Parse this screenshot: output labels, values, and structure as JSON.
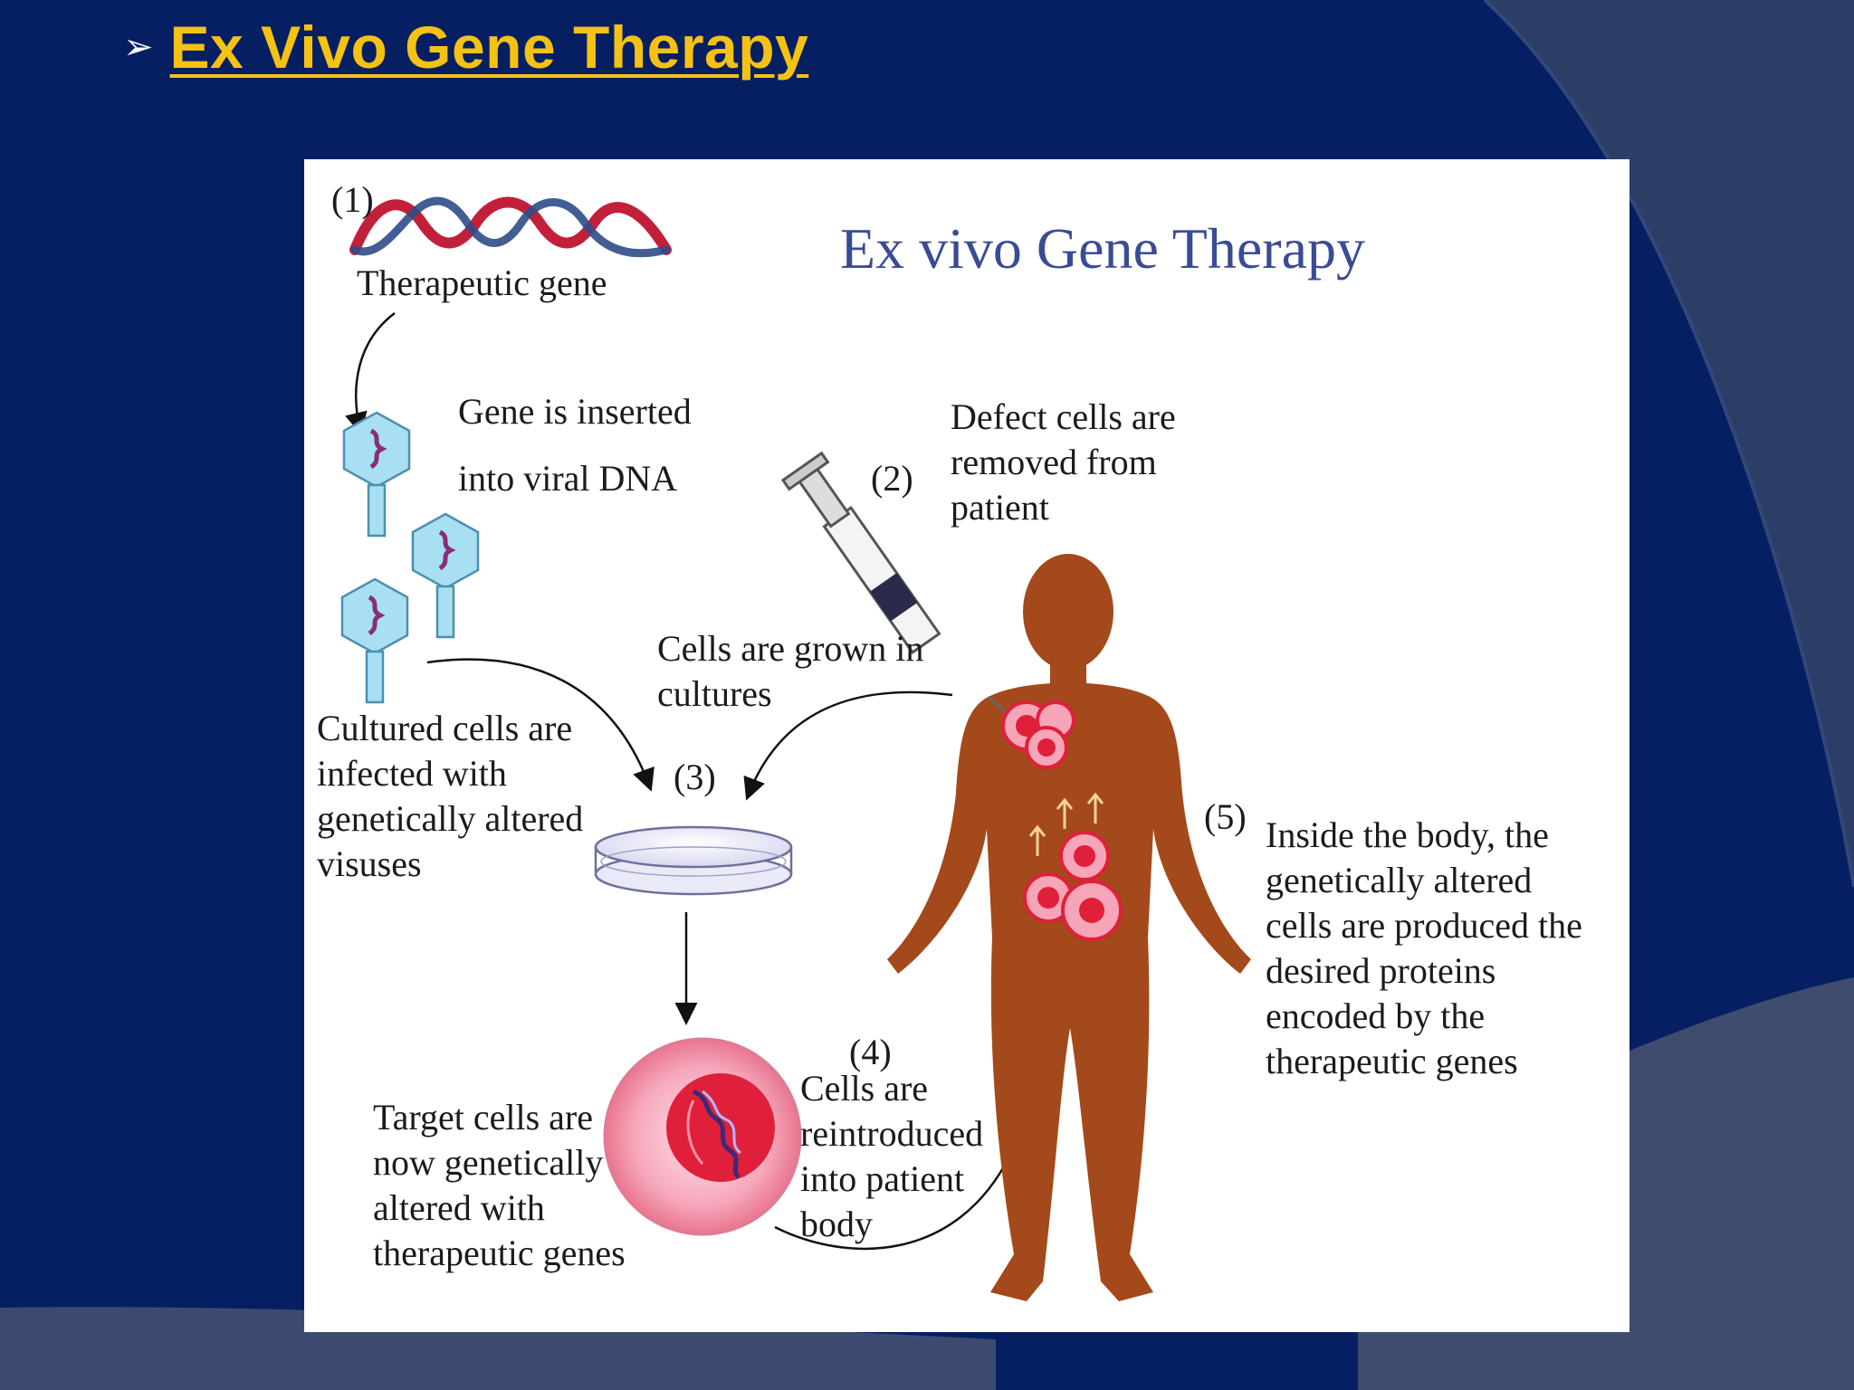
{
  "slide": {
    "bullet": "➢",
    "title": "Ex Vivo Gene Therapy"
  },
  "figure": {
    "title": "Ex vivo Gene Therapy",
    "steps": {
      "step1": {
        "num": "(1)",
        "label": "Therapeutic gene"
      },
      "insert": {
        "line1": "Gene is inserted",
        "line2": "into viral DNA"
      },
      "step2": {
        "num": "(2)",
        "lines": [
          "Defect cells are",
          "removed from",
          "patient"
        ]
      },
      "grown": {
        "lines": [
          "Cells are grown in",
          "cultures"
        ]
      },
      "infected": {
        "lines": [
          "Cultured cells are",
          "infected with",
          "genetically altered",
          "visuses"
        ]
      },
      "step3": {
        "num": "(3)"
      },
      "step4": {
        "num": "(4)",
        "lines": [
          "Cells are",
          "reintroduced",
          "into patient",
          "body"
        ]
      },
      "target": {
        "lines": [
          "Target cells are",
          "now genetically",
          "altered with",
          "therapeutic genes"
        ]
      },
      "step5": {
        "num": "(5)",
        "lines": [
          "Inside the body, the",
          "genetically altered",
          "cells are produced the",
          "desired proteins",
          "encoded by the",
          "therapeutic genes"
        ]
      }
    }
  },
  "colors": {
    "background": "#061f63",
    "title": "#f5c214",
    "figure_title": "#3a4b95",
    "body": "#a4491b",
    "cell_red": "#e0203a",
    "virus": "#a9dff2"
  }
}
